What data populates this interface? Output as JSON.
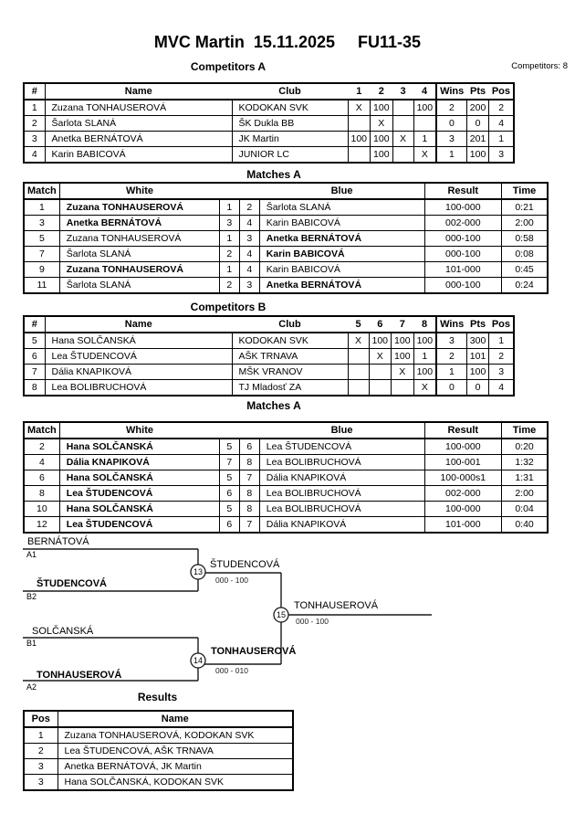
{
  "page_title": "MVC Martin  15.11.2025     FU11-35",
  "competitors_count": "Competitors: 8",
  "competitors_a": {
    "title": "Competitors A",
    "columns": [
      "#",
      "Name",
      "Club",
      "1",
      "2",
      "3",
      "4",
      "Wins",
      "Pts",
      "Pos"
    ],
    "rows": [
      {
        "num": "1",
        "name": "Zuzana TONHAUSEROVÁ",
        "club": "KODOKAN SVK",
        "g1": "X",
        "g2": "100",
        "g3": "",
        "g4": "100",
        "wins": "2",
        "pts": "200",
        "pos": "2"
      },
      {
        "num": "2",
        "name": "Šarlota SLANÁ",
        "club": "ŠK Dukla BB",
        "g1": "",
        "g2": "X",
        "g3": "",
        "g4": "",
        "wins": "0",
        "pts": "0",
        "pos": "4"
      },
      {
        "num": "3",
        "name": "Anetka BERNÁTOVÁ",
        "club": "JK Martin",
        "g1": "100",
        "g2": "100",
        "g3": "X",
        "g4": "1",
        "wins": "3",
        "pts": "201",
        "pos": "1"
      },
      {
        "num": "4",
        "name": "Karin BABICOVÁ",
        "club": "JUNIOR LC",
        "g1": "",
        "g2": "100",
        "g3": "",
        "g4": "X",
        "wins": "1",
        "pts": "100",
        "pos": "3"
      }
    ]
  },
  "matches_a": {
    "title": "Matches A",
    "columns": [
      "Match",
      "White",
      "Blue",
      "Result",
      "Time"
    ],
    "rows": [
      {
        "match": "1",
        "white": "Zuzana TONHAUSEROVÁ",
        "wn": "1",
        "bn": "2",
        "blue": "Šarlota SLANÁ",
        "result": "100-000",
        "time": "0:21"
      },
      {
        "match": "3",
        "white": "Anetka BERNÁTOVÁ",
        "wn": "3",
        "bn": "4",
        "blue": "Karin BABICOVÁ",
        "result": "002-000",
        "time": "2:00"
      },
      {
        "match": "5",
        "white": "Zuzana TONHAUSEROVÁ",
        "wn": "1",
        "bn": "3",
        "blue": "Anetka BERNÁTOVÁ",
        "result": "000-100",
        "time": "0:58"
      },
      {
        "match": "7",
        "white": "Šarlota SLANÁ",
        "wn": "2",
        "bn": "4",
        "blue": "Karin BABICOVÁ",
        "result": "000-100",
        "time": "0:08"
      },
      {
        "match": "9",
        "white": "Zuzana TONHAUSEROVÁ",
        "wn": "1",
        "bn": "4",
        "blue": "Karin BABICOVÁ",
        "result": "101-000",
        "time": "0:45"
      },
      {
        "match": "11",
        "white": "Šarlota SLANÁ",
        "wn": "2",
        "bn": "3",
        "blue": "Anetka BERNÁTOVÁ",
        "result": "000-100",
        "time": "0:24"
      }
    ]
  },
  "competitors_b": {
    "title": "Competitors B",
    "columns": [
      "#",
      "Name",
      "Club",
      "5",
      "6",
      "7",
      "8",
      "Wins",
      "Pts",
      "Pos"
    ],
    "rows": [
      {
        "num": "5",
        "name": "Hana SOLČANSKÁ",
        "club": "KODOKAN SVK",
        "g1": "X",
        "g2": "100",
        "g3": "100",
        "g4": "100",
        "wins": "3",
        "pts": "300",
        "pos": "1"
      },
      {
        "num": "6",
        "name": "Lea ŠTUDENCOVÁ",
        "club": "AŠK TRNAVA",
        "g1": "",
        "g2": "X",
        "g3": "100",
        "g4": "1",
        "wins": "2",
        "pts": "101",
        "pos": "2"
      },
      {
        "num": "7",
        "name": "Dália KNAPIKOVÁ",
        "club": "MŠK VRANOV",
        "g1": "",
        "g2": "",
        "g3": "X",
        "g4": "100",
        "wins": "1",
        "pts": "100",
        "pos": "3"
      },
      {
        "num": "8",
        "name": "Lea BOLIBRUCHOVÁ",
        "club": "TJ Mladosť ZA",
        "g1": "",
        "g2": "",
        "g3": "",
        "g4": "X",
        "wins": "0",
        "pts": "0",
        "pos": "4"
      }
    ]
  },
  "matches_b": {
    "title": "Matches A",
    "columns": [
      "Match",
      "White",
      "Blue",
      "Result",
      "Time"
    ],
    "rows": [
      {
        "match": "2",
        "white": "Hana SOLČANSKÁ",
        "wn": "5",
        "bn": "6",
        "blue": "Lea ŠTUDENCOVÁ",
        "result": "100-000",
        "time": "0:20"
      },
      {
        "match": "4",
        "white": "Dália KNAPIKOVÁ",
        "wn": "7",
        "bn": "8",
        "blue": "Lea BOLIBRUCHOVÁ",
        "result": "100-001",
        "time": "1:32"
      },
      {
        "match": "6",
        "white": "Hana SOLČANSKÁ",
        "wn": "5",
        "bn": "7",
        "blue": "Dália KNAPIKOVÁ",
        "result": "100-000s1",
        "time": "1:31"
      },
      {
        "match": "8",
        "white": "Lea ŠTUDENCOVÁ",
        "wn": "6",
        "bn": "8",
        "blue": "Lea BOLIBRUCHOVÁ",
        "result": "002-000",
        "time": "2:00"
      },
      {
        "match": "10",
        "white": "Hana SOLČANSKÁ",
        "wn": "5",
        "bn": "8",
        "blue": "Lea BOLIBRUCHOVÁ",
        "result": "100-000",
        "time": "0:04"
      },
      {
        "match": "12",
        "white": "Lea ŠTUDENCOVÁ",
        "wn": "6",
        "bn": "7",
        "blue": "Dália KNAPIKOVÁ",
        "result": "101-000",
        "time": "0:40"
      }
    ]
  },
  "bracket": {
    "sf1": {
      "top": "BERNÁTOVÁ",
      "top_seed": "A1",
      "bottom": "ŠTUDENCOVÁ",
      "bottom_seed": "B2",
      "no": "13",
      "winner": "ŠTUDENCOVÁ",
      "score": "000 - 100"
    },
    "sf2": {
      "top": "SOLČANSKÁ",
      "top_seed": "B1",
      "bottom": "TONHAUSEROVÁ",
      "bottom_seed": "A2",
      "no": "14",
      "winner": "TONHAUSEROVÁ",
      "score": "000 - 010"
    },
    "final": {
      "no": "15",
      "winner": "TONHAUSEROVÁ",
      "score": "000 - 100"
    }
  },
  "results": {
    "title": "Results",
    "columns": [
      "Pos",
      "Name"
    ],
    "rows": [
      {
        "pos": "1",
        "name": "Zuzana TONHAUSEROVÁ, KODOKAN SVK"
      },
      {
        "pos": "2",
        "name": "Lea ŠTUDENCOVÁ, AŠK TRNAVA"
      },
      {
        "pos": "3",
        "name": "Anetka BERNÁTOVÁ, JK Martin"
      },
      {
        "pos": "3",
        "name": "Hana SOLČANSKÁ, KODOKAN SVK"
      }
    ]
  }
}
